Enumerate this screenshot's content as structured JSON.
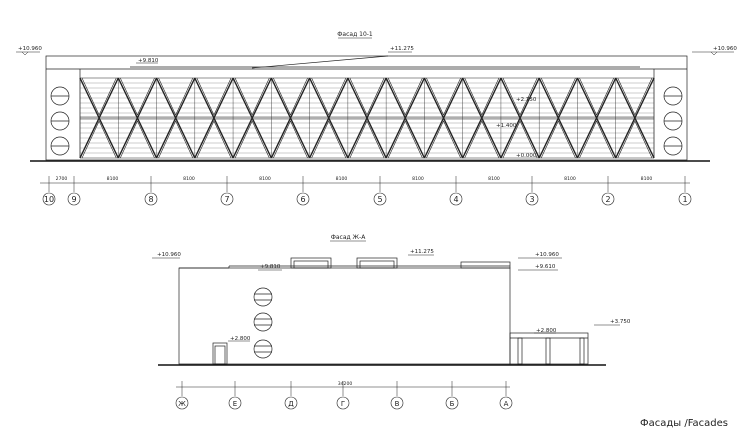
{
  "caption": "Фасады /Facades",
  "facade_top": {
    "title": "Фасад 10-1",
    "elevations": {
      "left": "+10.960",
      "right": "+10.960",
      "roof": "+11.275",
      "parapet": "+9.810",
      "level_mid": "+2.750",
      "level_low": "+1.400",
      "level_base": "+0.000"
    },
    "dimensions": [
      "2700",
      "8100",
      "8100",
      "8100",
      "8100",
      "8100",
      "8100",
      "8100",
      "8100"
    ],
    "axes": [
      "10",
      "9",
      "8",
      "7",
      "6",
      "5",
      "4",
      "3",
      "2",
      "1"
    ]
  },
  "facade_bottom": {
    "title": "Фасад Ж-А",
    "elevations": {
      "left": "+10.960",
      "parapet": "+9.810",
      "roof": "+11.275",
      "right_top": "+10.960",
      "right_mid": "+9.610",
      "annex_top": "+3.750",
      "annex_roof": "+2.800",
      "door": "+2.800"
    },
    "dimension_total": "34200",
    "axes": [
      "Ж",
      "Е",
      "Д",
      "Г",
      "В",
      "Б",
      "А"
    ]
  }
}
